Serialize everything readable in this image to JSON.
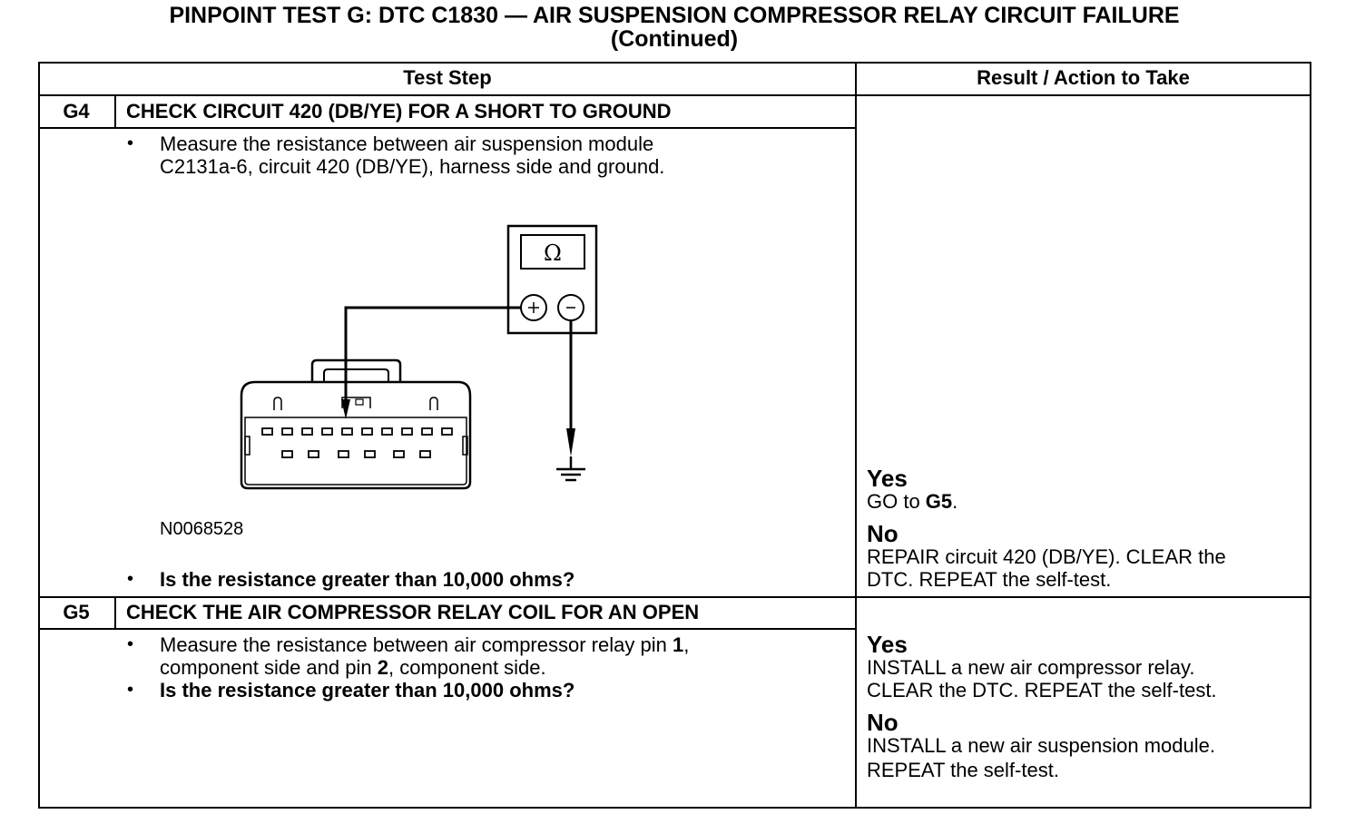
{
  "title_line1": "PINPOINT TEST G: DTC C1830 — AIR SUSPENSION COMPRESSOR RELAY CIRCUIT FAILURE",
  "title_line2": "(Continued)",
  "table": {
    "col_test_step": "Test Step",
    "col_result": "Result / Action to Take"
  },
  "steps": [
    {
      "id": "G4",
      "heading": "CHECK CIRCUIT 420 (DB/YE) FOR A SHORT TO GROUND",
      "bullet1_line1": "Measure the resistance between air suspension module",
      "bullet1_line2": "C2131a-6, circuit 420 (DB/YE), harness side and ground.",
      "figure_id": "N0068528",
      "meter_symbol": "Ω",
      "question": "Is the resistance greater than 10,000 ohms?",
      "yes_label": "Yes",
      "yes_action_prefix": "GO to ",
      "yes_action_ref": "G5",
      "yes_action_suffix": ".",
      "no_label": "No",
      "no_line1": "REPAIR circuit 420 (DB/YE). CLEAR the",
      "no_line2": "DTC. REPEAT the self-test."
    },
    {
      "id": "G5",
      "heading": "CHECK THE AIR COMPRESSOR RELAY COIL FOR AN OPEN",
      "bullet1_line1_prefix": "Measure the resistance between air compressor relay pin ",
      "bullet1_line1_pin": "1",
      "bullet1_line1_suffix": ",",
      "bullet1_line2_prefix": "component side and pin ",
      "bullet1_line2_pin": "2",
      "bullet1_line2_suffix": ", component side.",
      "question": "Is the resistance greater than 10,000 ohms?",
      "yes_label": "Yes",
      "yes_line1": "INSTALL a new air compressor relay.",
      "yes_line2": "CLEAR the DTC. REPEAT the self-test.",
      "no_label": "No",
      "no_line1": "INSTALL a new air suspension module.",
      "no_line2": "REPEAT the self-test."
    }
  ],
  "bullet_glyph": "•"
}
